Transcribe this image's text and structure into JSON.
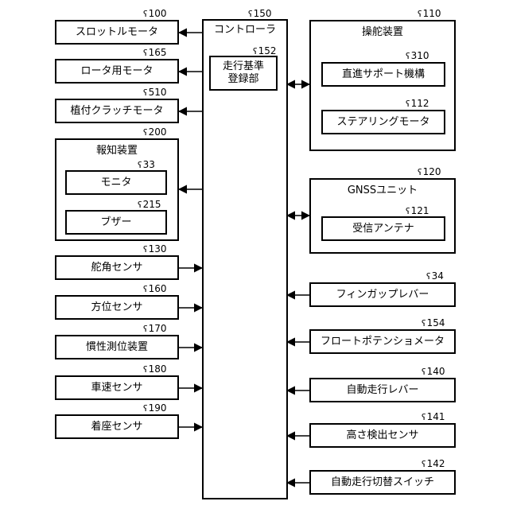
{
  "controller": {
    "label": "コントローラ",
    "ref": "150"
  },
  "registration": {
    "line1": "走行基準",
    "line2": "登録部",
    "ref": "152"
  },
  "left": {
    "throttle_motor": {
      "label": "スロットルモータ",
      "ref": "100"
    },
    "rotor_motor": {
      "label": "ロータ用モータ",
      "ref": "165"
    },
    "planting_clutch_motor": {
      "label": "植付クラッチモータ",
      "ref": "510"
    },
    "notification": {
      "label": "報知装置",
      "ref": "200",
      "monitor": {
        "label": "モニタ",
        "ref": "33"
      },
      "buzzer": {
        "label": "ブザー",
        "ref": "215"
      }
    },
    "rudder_angle_sensor": {
      "label": "舵角センサ",
      "ref": "130"
    },
    "direction_sensor": {
      "label": "方位センサ",
      "ref": "160"
    },
    "imu": {
      "label": "慣性測位装置",
      "ref": "170"
    },
    "speed_sensor": {
      "label": "車速センサ",
      "ref": "180"
    },
    "seat_sensor": {
      "label": "着座センサ",
      "ref": "190"
    }
  },
  "right": {
    "steering_device": {
      "label": "操舵装置",
      "ref": "110",
      "straight_support": {
        "label": "直進サポート機構",
        "ref": "310"
      },
      "steering_motor": {
        "label": "ステアリングモータ",
        "ref": "112"
      }
    },
    "gnss_unit": {
      "label": "GNSSユニット",
      "ref": "120",
      "antenna": {
        "label": "受信アンテナ",
        "ref": "121"
      }
    },
    "finger_gap_lever": {
      "label": "フィンガップレバー",
      "ref": "34"
    },
    "float_potentiometer": {
      "label": "フロートポテンショメータ",
      "ref": "154"
    },
    "auto_travel_lever": {
      "label": "自動走行レバー",
      "ref": "140"
    },
    "height_sensor": {
      "label": "高さ検出センサ",
      "ref": "141"
    },
    "auto_travel_switch": {
      "label": "自動走行切替スイッチ",
      "ref": "142"
    }
  }
}
